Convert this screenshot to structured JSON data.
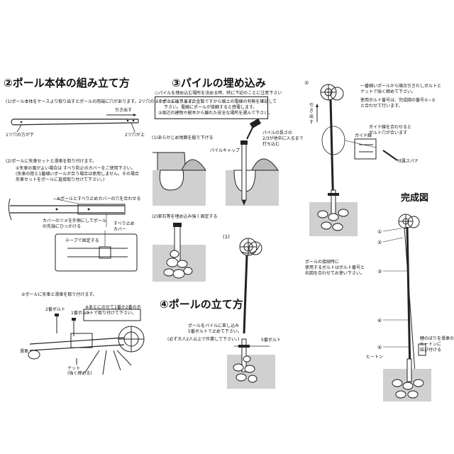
{
  "section2": {
    "title": "②ポール本体の組み立て方",
    "step1": "(1)ポール本体をケースより取り出すとポールの両端に穴があります。2ツ穴のほうが上になります。",
    "label_top": "引き出す",
    "label_one_hole": "1ツ穴の方が下",
    "label_two_holes": "2ツ穴が上",
    "step2": "(2)ポールに矢車セットと滑車を取り付けます。",
    "step2_1a": "①矢車の風がよい場合は すべり防止のカバーをご使用下さい。",
    "step2_1b": "(矢車の陸と1番細いポールが合う場合は使用しません。その場合",
    "step2_1c": "矢車セットをポールに直接取り付けて下さい。)",
    "note_cover": "※ポールとすべり止めカバーの穴を合わせる",
    "note_tape": "カバーのツメを外側にしてポールの先端にひっかける",
    "note_tape2": "すべり止めカバー",
    "tape_label": "テープで固定する",
    "step2_2": "②ポールに矢車と滑車を取り付けます。",
    "bolt1": "2番ボルト",
    "bolt2": "1番ボルト",
    "bolt_note": "※あとにのせて1番か2番のボルトで取り付けて下さい。",
    "pulley": "滑車",
    "nut": "ナット",
    "nut_note": "(強く締める)"
  },
  "section3": {
    "title": "③パイルの埋め込み",
    "note1": "○パイルを埋め込む場所を決める時、特に下記のことに注意下さい",
    "note2": "①ポールはアルミ合金製ですから頭上の電線の有無を確認して",
    "note3": "下さい。電線にポールが接触すると感電します。",
    "note4": "②周辺の建物や樹木から離れた安全な場所を選んで下さい。",
    "step1": "(1)あらかじめ地面を掘り下げる",
    "pile_note1": "パイルの長さの",
    "pile_note2": "2/3が地中に入るまで",
    "pile_note3": "打ち込む",
    "pile_cap": "パイルキャップ",
    "step2": "(2)家石等を埋め込み強く固定する"
  },
  "section4": {
    "title": "④ポールの立て方",
    "step_label": "(1)",
    "desc1": "ポールをパイルに差し込み",
    "desc2": "5番ボルトで止めて下さい。",
    "desc3": "(必ず大人2人以上で作業して下さい。)",
    "bolt5": "5番ボルト"
  },
  "right": {
    "step_label": "②",
    "pull": "引き出す",
    "desc1": "一番細いポールから順次引きだしボルトと",
    "desc2": "ナットで強く締めて下さい。",
    "desc3": "使用ボルト番号は、完成図の番号①~⑤",
    "desc4": "と合わせて行います。",
    "guide1": "ガイド線を合わせると",
    "guide2": "ボルト穴が合います",
    "guide_line": "ガイド線",
    "spanner": "付属スパナ",
    "complete_title": "完成図",
    "connect1": "ポールの接続時に",
    "connect2": "使用するボルトはボルト番号と",
    "connect3": "右図を合わせてお使い下さい。",
    "markers": [
      "①",
      "②",
      "③",
      "④",
      "⑤"
    ],
    "rope1": "鯉のぼりを滑車の",
    "rope2": "ヒートンに",
    "rope3": "結び付ける",
    "hook": "ヒートン"
  }
}
